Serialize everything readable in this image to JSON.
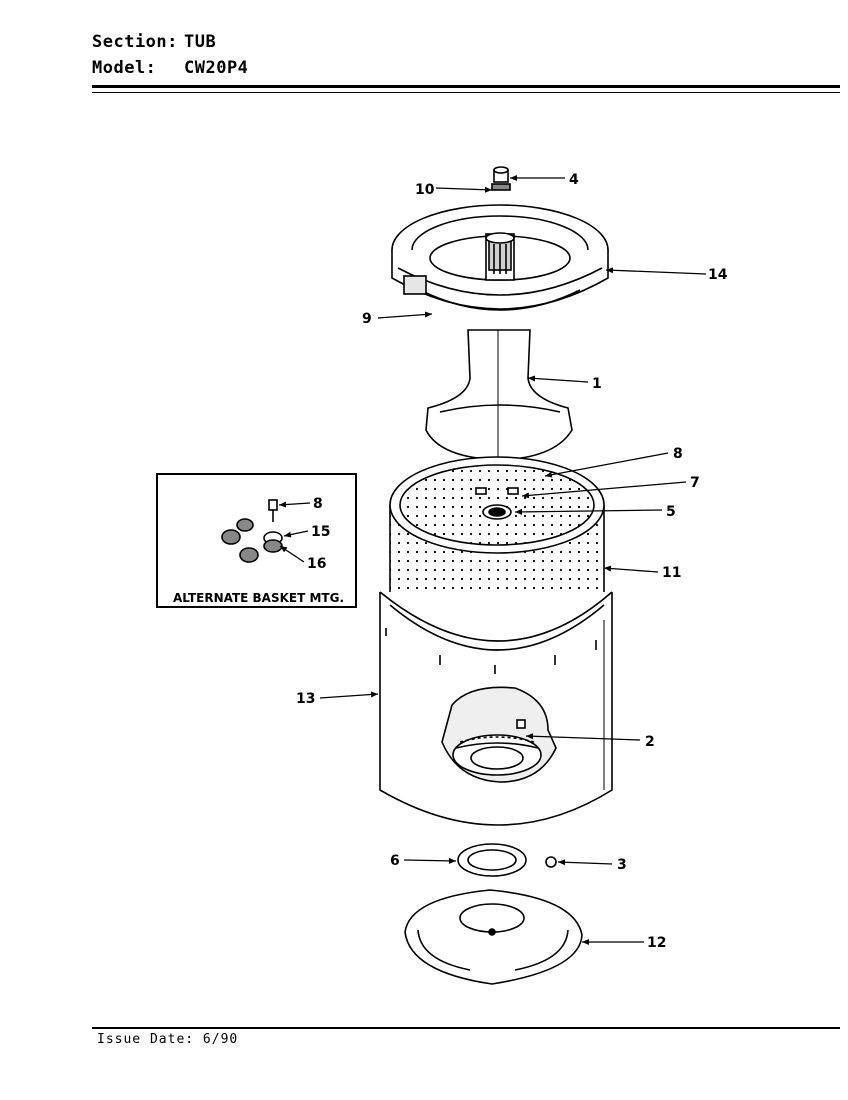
{
  "header": {
    "section_label": "Section:",
    "section_value": "TUB",
    "model_label": "Model:",
    "model_value": "CW20P4"
  },
  "footer": {
    "issue_date": "Issue Date: 6/90"
  },
  "inset": {
    "title": "ALTERNATE BASKET MTG.",
    "callouts": [
      "8",
      "15",
      "16"
    ]
  },
  "callouts": {
    "c1": "1",
    "c2": "2",
    "c3": "3",
    "c4": "4",
    "c5": "5",
    "c6": "6",
    "c7": "7",
    "c8": "8",
    "c9": "9",
    "c10": "10",
    "c11": "11",
    "c12": "12",
    "c13": "13",
    "c14": "14"
  }
}
